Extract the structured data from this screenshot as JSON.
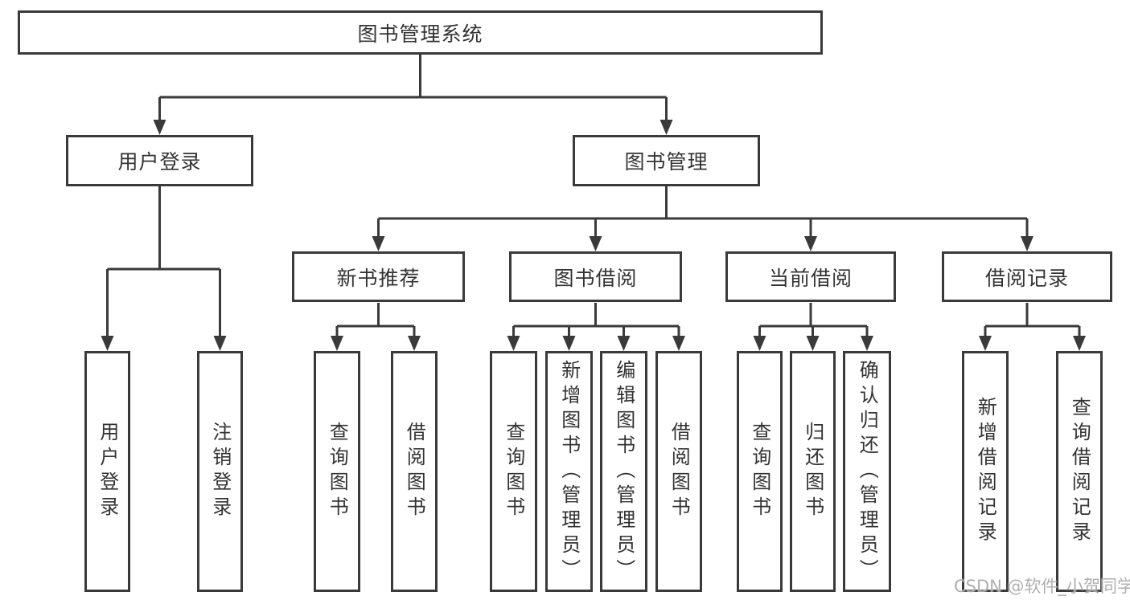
{
  "diagram": {
    "root": "图书管理系统",
    "user_login": {
      "label": "用户登录",
      "leaves": [
        "用户登录",
        "注销登录"
      ]
    },
    "book_mgmt": {
      "label": "图书管理",
      "groups": [
        {
          "label": "新书推荐",
          "leaves": [
            "查询图书",
            "借阅图书"
          ]
        },
        {
          "label": "图书借阅",
          "leaves": [
            "查询图书",
            "新增图书（管理员）",
            "编辑图书（管理员）",
            "借阅图书"
          ]
        },
        {
          "label": "当前借阅",
          "leaves": [
            "查询图书",
            "归还图书",
            "确认归还（管理员）"
          ]
        },
        {
          "label": "借阅记录",
          "leaves": [
            "新增借阅记录",
            "查询借阅记录"
          ]
        }
      ]
    }
  },
  "watermark": "CSDN @软件_小贺同学",
  "colors": {
    "line": "#3a3a3a",
    "text": "#333333",
    "background": "#ffffff",
    "watermark": "#a6a6a6"
  }
}
